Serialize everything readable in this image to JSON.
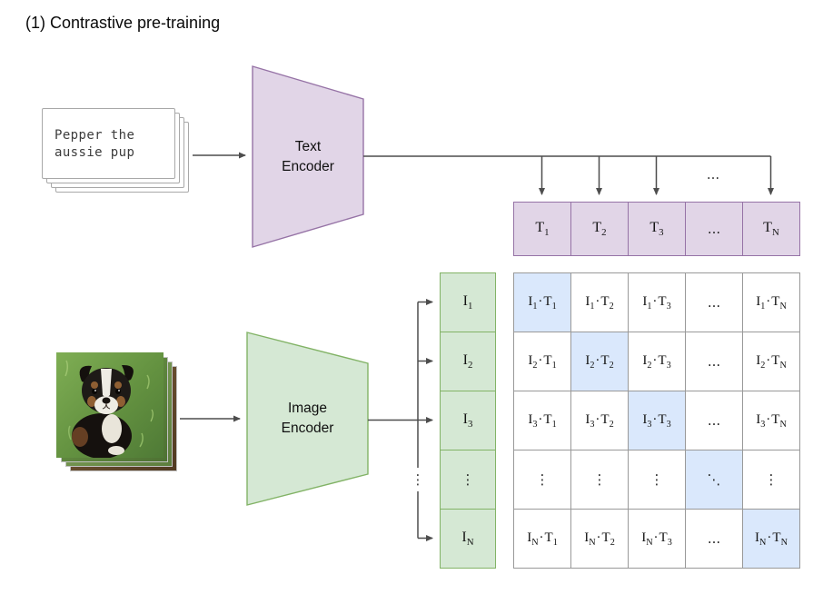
{
  "title": "(1) Contrastive pre-training",
  "text_input": {
    "lines": [
      "Pepper the",
      "aussie pup"
    ]
  },
  "text_encoder": {
    "line1": "Text",
    "line2": "Encoder"
  },
  "image_encoder": {
    "line1": "Image",
    "line2": "Encoder"
  },
  "symbols": {
    "hdots": "...",
    "vdots": "⋮",
    "ddots": "⋱",
    "dot": "·"
  },
  "t_row": {
    "base": "T",
    "cells": [
      {
        "type": "t",
        "sub": "1"
      },
      {
        "type": "t",
        "sub": "2"
      },
      {
        "type": "t",
        "sub": "3"
      },
      {
        "type": "hdots"
      },
      {
        "type": "t",
        "sub": "N"
      }
    ]
  },
  "i_col": {
    "base": "I",
    "cells": [
      {
        "type": "i",
        "sub": "1"
      },
      {
        "type": "i",
        "sub": "2"
      },
      {
        "type": "i",
        "sub": "3"
      },
      {
        "type": "vdots"
      },
      {
        "type": "i",
        "sub": "N"
      }
    ]
  },
  "matrix": {
    "i_base": "I",
    "t_base": "T",
    "rows": [
      {
        "cells": [
          {
            "type": "prod",
            "i": "1",
            "t": "1",
            "hl": true
          },
          {
            "type": "prod",
            "i": "1",
            "t": "2"
          },
          {
            "type": "prod",
            "i": "1",
            "t": "3"
          },
          {
            "type": "hdots"
          },
          {
            "type": "prod",
            "i": "1",
            "t": "N"
          }
        ]
      },
      {
        "cells": [
          {
            "type": "prod",
            "i": "2",
            "t": "1"
          },
          {
            "type": "prod",
            "i": "2",
            "t": "2",
            "hl": true
          },
          {
            "type": "prod",
            "i": "2",
            "t": "3"
          },
          {
            "type": "hdots"
          },
          {
            "type": "prod",
            "i": "2",
            "t": "N"
          }
        ]
      },
      {
        "cells": [
          {
            "type": "prod",
            "i": "3",
            "t": "1"
          },
          {
            "type": "prod",
            "i": "3",
            "t": "2"
          },
          {
            "type": "prod",
            "i": "3",
            "t": "3",
            "hl": true
          },
          {
            "type": "hdots"
          },
          {
            "type": "prod",
            "i": "3",
            "t": "N"
          }
        ]
      },
      {
        "cells": [
          {
            "type": "vdots"
          },
          {
            "type": "vdots"
          },
          {
            "type": "vdots"
          },
          {
            "type": "ddots",
            "hl": true
          },
          {
            "type": "vdots"
          }
        ]
      },
      {
        "cells": [
          {
            "type": "prod",
            "i": "N",
            "t": "1"
          },
          {
            "type": "prod",
            "i": "N",
            "t": "2"
          },
          {
            "type": "prod",
            "i": "N",
            "t": "3"
          },
          {
            "type": "hdots"
          },
          {
            "type": "prod",
            "i": "N",
            "t": "N",
            "hl": true
          }
        ]
      }
    ]
  },
  "colors": {
    "purple_fill": "#E1D5E7",
    "purple_stroke": "#9673A6",
    "green_fill": "#D5E8D4",
    "green_stroke": "#82B366",
    "highlight_fill": "#DAE8FC",
    "grid_stroke": "#999999",
    "arrow": "#4D4D4D"
  }
}
